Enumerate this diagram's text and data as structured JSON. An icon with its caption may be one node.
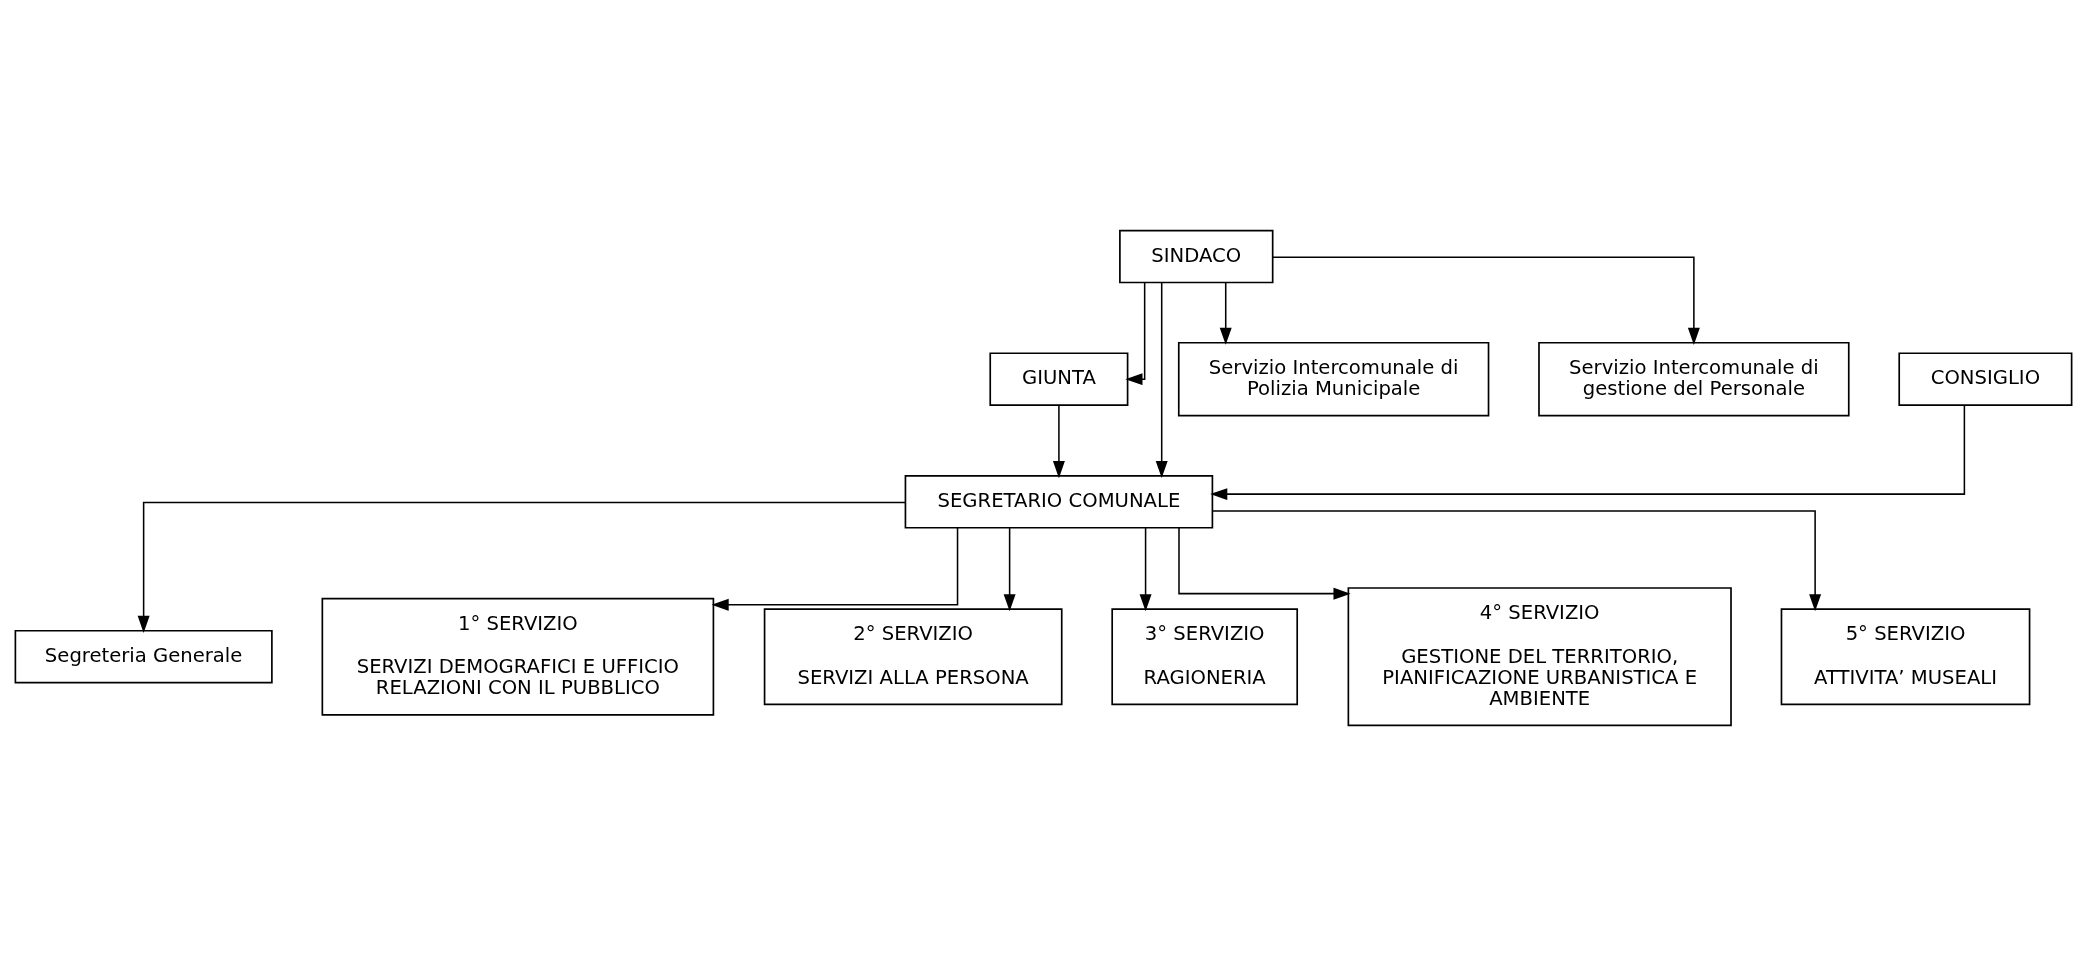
{
  "diagram": {
    "nodes": [
      {
        "text": [
          "SINDACO"
        ]
      },
      {
        "text": [
          "CONSIGLIO"
        ]
      },
      {
        "text": [
          "SEGRETARIO COMUNALE"
        ]
      },
      {
        "text": [
          "GIUNTA"
        ]
      },
      {
        "text": [
          "Segreteria Generale"
        ]
      },
      {
        "text": [
          "Servizio Intercomunale di Polizia Municipale"
        ]
      },
      {
        "text": [
          "Servizio Intercomunale di gestione del Personale"
        ]
      },
      {
        "text": [
          "1° SERVIZIO",
          "SERVIZI DEMOGRAFICI E UFFICIO RELAZIONI CON IL PUBBLICO"
        ]
      },
      {
        "text": [
          "2° SERVIZIO",
          "SERVIZI ALLA PERSONA"
        ]
      },
      {
        "text": [
          "3° SERVIZIO",
          "RAGIONERIA"
        ]
      },
      {
        "text": [
          "4° SERVIZIO",
          "GESTIONE DEL TERRITORIO, PIANIFICAZIONE URBANISTICA E AMBIENTE"
        ]
      },
      {
        "text": [
          "5° SERVIZIO",
          "ATTIVITA’ MUSEALI"
        ]
      }
    ],
    "edges": [
      {
        "from": 0,
        "to": 2,
        "arrow": "to"
      },
      {
        "from": 1,
        "to": 2,
        "arrow": "to"
      },
      {
        "from": 0,
        "to": 3,
        "arrow": "to"
      },
      {
        "from": 0,
        "to": 5,
        "arrow": "to"
      },
      {
        "from": 0,
        "to": 6,
        "arrow": "to"
      },
      {
        "from": 3,
        "to": 2,
        "arrow": "to"
      },
      {
        "from": 2,
        "to": 4,
        "arrow": "to"
      },
      {
        "from": 2,
        "to": 7,
        "arrow": "to"
      },
      {
        "from": 2,
        "to": 8,
        "arrow": "to"
      },
      {
        "from": 2,
        "to": 9,
        "arrow": "to"
      },
      {
        "from": 2,
        "to": 10,
        "arrow": "to"
      },
      {
        "from": 2,
        "to": 11,
        "arrow": "to"
      }
    ]
  }
}
